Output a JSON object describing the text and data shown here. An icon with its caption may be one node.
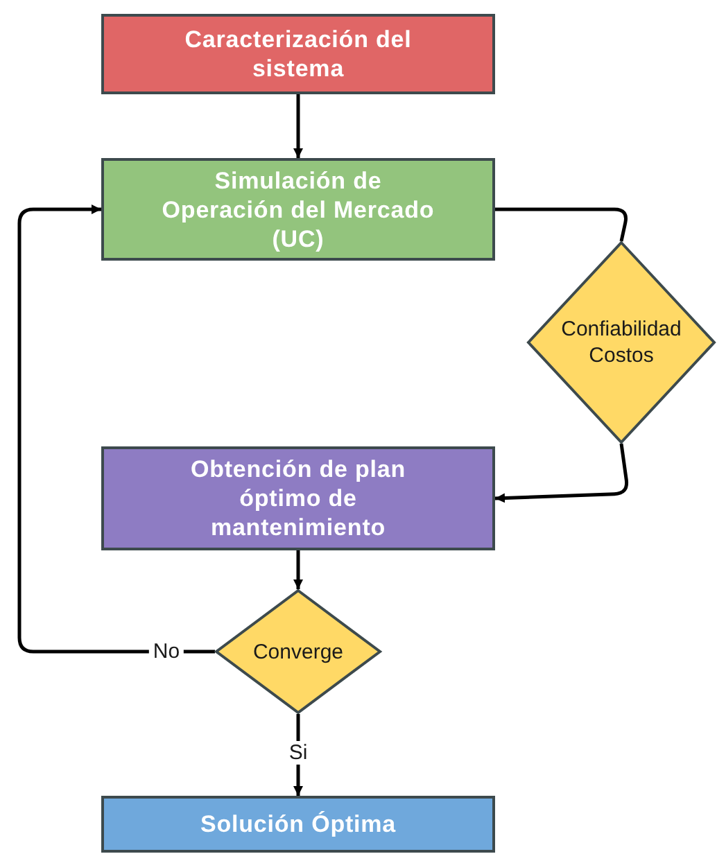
{
  "diagram": {
    "nodes": [
      {
        "text": [
          "Caracterización del sistema"
        ]
      },
      {
        "text": [
          "Simulación de Operación del Mercado (UC)"
        ]
      },
      {
        "text": [
          "Confiabilidad Costos"
        ]
      },
      {
        "text": [
          "Obtención de plan óptimo de mantenimiento"
        ]
      },
      {
        "text": [
          "Converge"
        ]
      },
      {
        "text": [
          "Solución Óptima"
        ]
      }
    ],
    "edges": [
      {
        "from": 0,
        "to": 1,
        "arrow": "to"
      },
      {
        "from": 1,
        "to": 2,
        "arrow": "none"
      },
      {
        "from": 2,
        "to": 3,
        "arrow": "to"
      },
      {
        "from": 3,
        "to": 4,
        "arrow": "to"
      },
      {
        "from": 4,
        "to": 1,
        "arrow": "to",
        "label": "No"
      },
      {
        "from": 4,
        "to": 5,
        "arrow": "to",
        "label": "Si"
      }
    ]
  }
}
